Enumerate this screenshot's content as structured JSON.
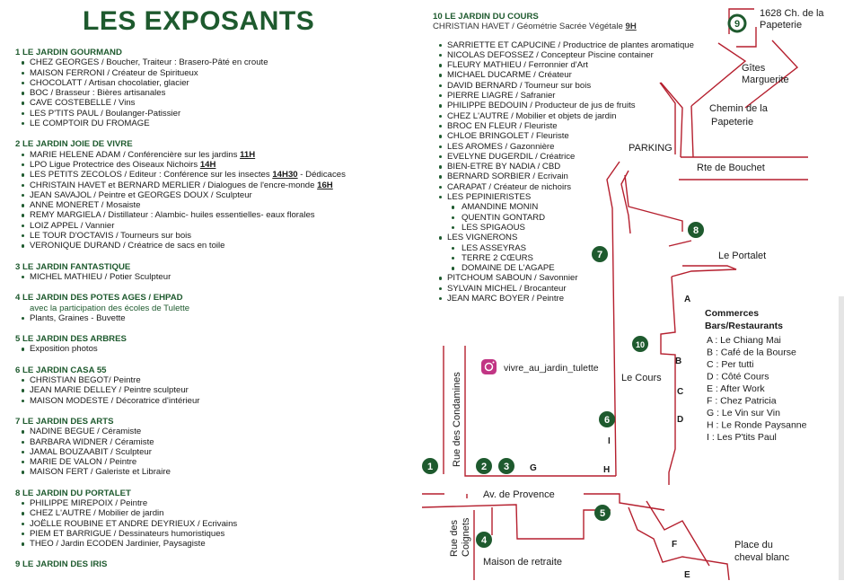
{
  "title": "LES EXPOSANTS",
  "sections": [
    {
      "num": "1",
      "name": "LE JARDIN GOURMAND",
      "items": [
        [
          "CHEZ GEORGES / Boucher, Traiteur : Brasero-Pâté en croute"
        ],
        [
          "MAISON FERRONI / Créateur de Spiritueux"
        ],
        [
          "CHOCOLATT / Artisan chocolatier, glacier"
        ],
        [
          "BOC / Brasseur : Bières artisanales"
        ],
        [
          "CAVE COSTEBELLE / Vins"
        ],
        [
          "LES P'TITS PAUL / Boulanger-Patissier"
        ],
        [
          "LE COMPTOIR DU FROMAGE"
        ]
      ]
    },
    {
      "num": "2",
      "name": "LE JARDIN JOIE DE VIVRE",
      "items": [
        [
          "MARIE HELENE ADAM / Conférencière sur les jardins ",
          {
            "h": "11H"
          }
        ],
        [
          "LPO Ligue Protectrice des Oiseaux Nichoirs ",
          {
            "h": "14H"
          }
        ],
        [
          "LES PETITS ZECOLOS / Editeur :  Conférence sur les insectes ",
          {
            "h": "14H30"
          },
          " - Dédicaces"
        ],
        [
          "CHRISTAIN HAVET et BERNARD MERLIER / Dialogues de l'encre-monde ",
          {
            "h": "16H"
          }
        ],
        [
          "JEAN SAVAJOL / Peintre et GEORGES DOUX / Sculpteur"
        ],
        [
          "ANNE MONERET / Mosaiste"
        ],
        [
          "REMY MARGIELA / Distillateur : Alambic- huiles essentielles- eaux florales"
        ],
        [
          "LOIZ APPEL / Vannier"
        ],
        [
          "LE TOUR D'OCTAVIS / Tourneurs sur bois"
        ],
        [
          "VERONIQUE DURAND / Créatrice de sacs en toile"
        ]
      ]
    },
    {
      "num": "3",
      "name": "LE JARDIN FANTASTIQUE",
      "items": [
        [
          "MICHEL MATHIEU / Potier Sculpteur"
        ]
      ]
    },
    {
      "num": "4",
      "name": "LE JARDIN DES POTES AGES / EHPAD",
      "note": "avec la participation des écoles de Tulette",
      "items": [
        [
          "Plants, Graines - Buvette"
        ]
      ]
    },
    {
      "num": "5",
      "name": "LE JARDIN DES ARBRES",
      "items": [
        [
          "Exposition photos"
        ]
      ]
    },
    {
      "num": "6",
      "name": "LE JARDIN CASA 55",
      "items": [
        [
          "CHRISTIAN BEGOT/ Peintre"
        ],
        [
          "JEAN MARIE DELLEY / Peintre sculpteur"
        ],
        [
          "MAISON MODESTE / Décoratrice d'intérieur"
        ]
      ]
    },
    {
      "num": "7",
      "name": "LE JARDIN DES ARTS",
      "items": [
        [
          "NADINE BEGUE / Céramiste"
        ],
        [
          "BARBARA WIDNER / Céramiste"
        ],
        [
          "JAMAL BOUZAABIT / Sculpteur"
        ],
        [
          "MARIE DE VALON / Peintre"
        ],
        [
          "MAISON FERT / Galeriste et Libraire"
        ]
      ]
    },
    {
      "num": "8",
      "name": "LE JARDIN DU PORTALET",
      "items": [
        [
          "PHILIPPE MIREPOIX / Peintre"
        ],
        [
          "CHEZ L'AUTRE / Mobilier de jardin"
        ],
        [
          "JOËLLE ROUBINE ET ANDRE DEYRIEUX / Ecrivains"
        ],
        [
          "PIEM ET BARRIGUE / Dessinateurs humoristiques"
        ],
        [
          "THEO / Jardin ECODEN Jardinier, Paysagiste"
        ]
      ]
    },
    {
      "num": "9",
      "name": "LE JARDIN DES IRIS",
      "items": []
    }
  ],
  "section10": {
    "num": "10",
    "name": "LE JARDIN DU COURS",
    "sub": [
      "CHRISTIAN HAVET / Géométrie Sacrée Végétale ",
      {
        "h": "9H"
      }
    ],
    "items": [
      {
        "t": "SARRIETTE ET CAPUCINE / Productrice de plantes aromatique"
      },
      {
        "t": "NICOLAS DEFOSSEZ / Concepteur Piscine container"
      },
      {
        "t": "FLEURY MATHIEU / Ferronnier d'Art"
      },
      {
        "t": "MICHAEL DUCARME / Créateur"
      },
      {
        "t": "DAVID BERNARD / Tourneur sur bois"
      },
      {
        "t": "PIERRE LIAGRE / Safranier"
      },
      {
        "t": "PHILIPPE BEDOUIN / Producteur de jus de fruits"
      },
      {
        "t": "CHEZ L'AUTRE / Mobilier et objets de jardin"
      },
      {
        "t": "BROC EN FLEUR / Fleuriste"
      },
      {
        "t": "CHLOE BRINGOLET / Fleuriste"
      },
      {
        "t": "LES AROMES / Gazonnière"
      },
      {
        "t": "EVELYNE DUGERDIL / Créatrice"
      },
      {
        "t": "BIEN-ETRE BY NADIA / CBD"
      },
      {
        "t": "BERNARD SORBIER / Ecrivain"
      },
      {
        "t": "CARAPAT / Créateur de nichoirs"
      },
      {
        "t": "LES PEPINIERISTES"
      },
      {
        "t": "AMANDINE MONIN",
        "sub": true
      },
      {
        "t": "QUENTIN GONTARD",
        "sub": true
      },
      {
        "t": "LES SPIGAOUS",
        "sub": true
      },
      {
        "t": "LES VIGNERONS"
      },
      {
        "t": "LES ASSEYRAS",
        "sub": true
      },
      {
        "t": "TERRE 2 CŒURS",
        "sub": true
      },
      {
        "t": "DOMAINE DE L'AGAPE",
        "sub": true
      },
      {
        "t": "PITCHOUM SABOUN / Savonnier"
      },
      {
        "t": "SYLVAIN MICHEL / Brocanteur"
      },
      {
        "t": "JEAN MARC BOYER / Peintre"
      }
    ]
  },
  "map": {
    "labels": {
      "papeterie_addr_1": "1628 Ch. de la",
      "papeterie_addr_2": "Papeterie",
      "gites_1": "Gîtes",
      "gites_2": "Marguerite",
      "chemin_1": "Chemin de la",
      "chemin_2": "Papeterie",
      "parking": "PARKING",
      "bouchet": "Rte de Bouchet",
      "portalet": "Le Portalet",
      "cours": "Le Cours",
      "condamines": "Rue des Condamines",
      "provence": "Av. de Provence",
      "coignets_1": "Rue des",
      "coignets_2": "Coignets",
      "maison_retraite": "Maison de retraite",
      "place_1": "Place du",
      "place_2": "cheval blanc",
      "instagram": "vivre_au_jardin_tulette"
    },
    "markers": [
      "1",
      "2",
      "3",
      "4",
      "5",
      "6",
      "7",
      "8",
      "9",
      "10"
    ],
    "letters": {
      "A": "A",
      "B": "B",
      "C": "C",
      "D": "D",
      "E": "E",
      "F": "F",
      "G": "G",
      "H": "H",
      "I": "I"
    },
    "legend": {
      "title_1": "Commerces",
      "title_2": "Bars/Restaurants",
      "items": [
        "A : Le Chiang Mai",
        "B : Café de la Bourse",
        "C : Per tutti",
        "D : Côté Cours",
        "E : After Work",
        "F : Chez Patricia",
        "G : Le Vin sur Vin",
        "H : Le Ronde Paysanne",
        "I : Les P'tits Paul"
      ]
    },
    "colors": {
      "road": "#b51f2e",
      "marker": "#1e5a2e",
      "title": "#1e5a2e",
      "instagram": "#c13584"
    }
  }
}
